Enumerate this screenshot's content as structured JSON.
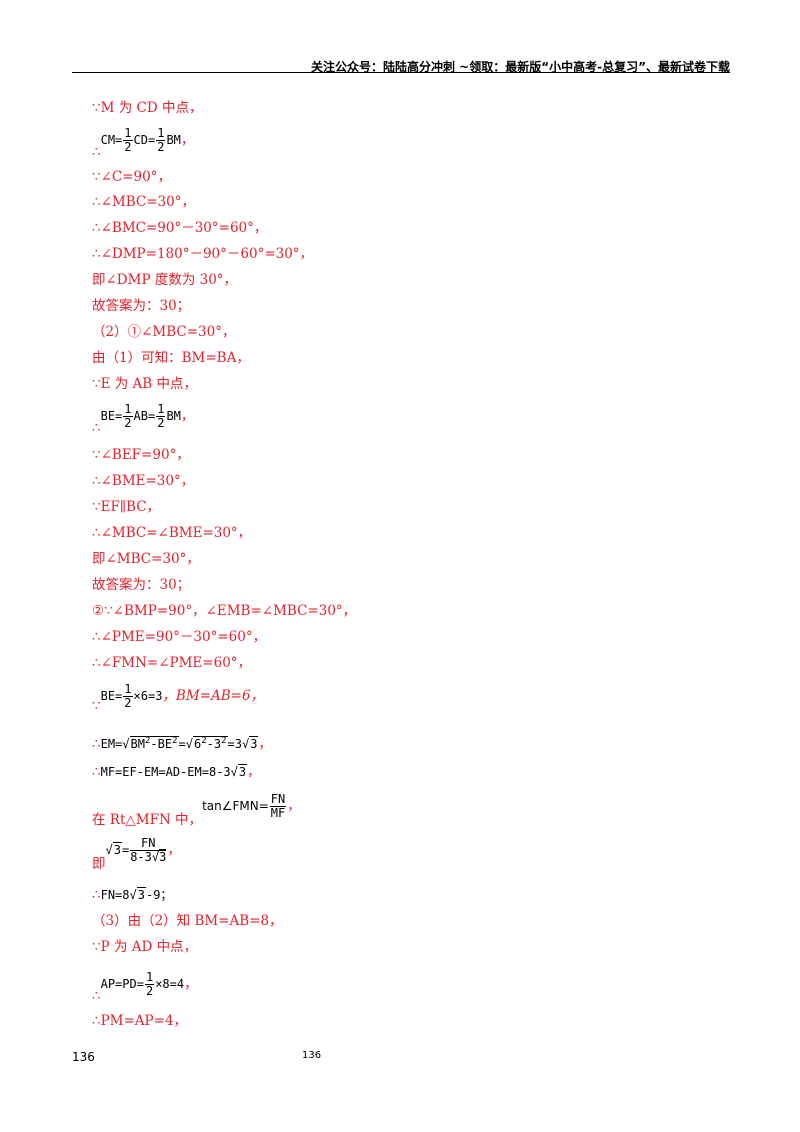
{
  "header": {
    "text": "关注公众号：陆陆高分冲刺 ~领取：最新版“小中高考-总复习”、最新试卷下载"
  },
  "lines": {
    "l1": "∵M 为 CD 中点，",
    "l2a": "∴",
    "l2b": "CM=",
    "l2c": "1",
    "l2d": "2",
    "l2e": "CD=",
    "l2f": "1",
    "l2g": "2",
    "l2h": "BM",
    "l2i": "，",
    "l3": "∵∠C=90°，",
    "l4": "∴∠MBC=30°，",
    "l5": "∴∠BMC=90°－30°=60°，",
    "l6": "∴∠DMP=180°－90°－60°=30°，",
    "l7": "即∠DMP 度数为 30°，",
    "l8": "故答案为：30；",
    "l9": "（2）①∠MBC=30°，",
    "l10": "由（1）可知：BM=BA，",
    "l11": "∵E 为 AB 中点，",
    "l12a": "∴",
    "l12b": "BE=",
    "l12c": "1",
    "l12d": "2",
    "l12e": "AB=",
    "l12f": "1",
    "l12g": "2",
    "l12h": "BM",
    "l12i": "，",
    "l13": "∵∠BEF=90°，",
    "l14": "∴∠BME=30°，",
    "l15": "∵EF∥BC，",
    "l16": "∴∠MBC=∠BME=30°，",
    "l17": "即∠MBC=30°，",
    "l18": "故答案为：30；",
    "l19": "②∵∠BMP=90°，∠EMB=∠MBC=30°，",
    "l20": "∴∠PME=90°－30°=60°，",
    "l21": "∴∠FMN=∠PME=60°，",
    "l22a": "∵",
    "l22b": "BE=",
    "l22c": "1",
    "l22d": "2",
    "l22e": "×6=3",
    "l22f": "，BM=AB=6，",
    "l23a": "∴",
    "l23b": "EM=",
    "l23c": "BM",
    "l23d": "2",
    "l23e": "-BE",
    "l23f": "2",
    "l23g": "=",
    "l23h": "6",
    "l23i": "2",
    "l23j": "-3",
    "l23k": "2",
    "l23l": "=3",
    "l23m": "3",
    "l23n": "，",
    "l24a": "∴",
    "l24b": "MF=EF-EM=AD-EM=8-3",
    "l24c": "3",
    "l24d": "，",
    "l25a": "在 Rt△MFN 中，",
    "l25b": "tan∠FMN=",
    "l25c": "FN",
    "l25d": "MF",
    "l25e": "，",
    "l26a": "即",
    "l26b": "3",
    "l26c": "=",
    "l26d": "FN",
    "l26e": "8-3",
    "l26f": "3",
    "l26g": "，",
    "l27a": "∴",
    "l27b": "FN=8",
    "l27c": "3",
    "l27d": "-9；",
    "l28": "（3）由（2）知 BM=AB=8，",
    "l29": "∵P 为 AD 中点，",
    "l30a": "∴",
    "l30b": "AP=PD=",
    "l30c": "1",
    "l30d": "2",
    "l30e": "×8=4",
    "l30f": "，",
    "l31": "∴PM=AP=4，"
  },
  "footer": {
    "left_page": "136",
    "center_page": "136"
  }
}
